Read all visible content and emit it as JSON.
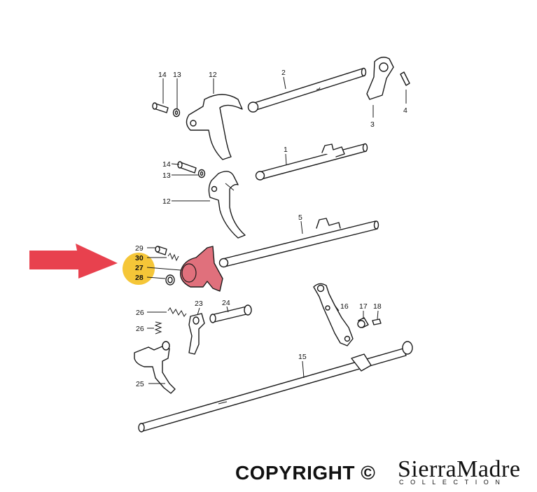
{
  "callouts": {
    "c1": "1",
    "c2": "2",
    "c3": "3",
    "c4": "4",
    "c5": "5",
    "c12a": "12",
    "c12b": "12",
    "c13a": "13",
    "c13b": "13",
    "c14a": "14",
    "c14b": "14",
    "c15": "15",
    "c16": "16",
    "c17": "17",
    "c18": "18",
    "c23": "23",
    "c24": "24",
    "c25": "25",
    "c26a": "26",
    "c26b": "26",
    "c27": "27",
    "c28": "28",
    "c29": "29",
    "c30": "30"
  },
  "highlight": {
    "part_color": "#e0707c",
    "label_color": "#f5c638",
    "arrow_color": "#e8414e"
  },
  "footer": {
    "copyright": "COPYRIGHT ©",
    "brand": "SierraMadre",
    "brand_sub": "COLLECTION"
  }
}
